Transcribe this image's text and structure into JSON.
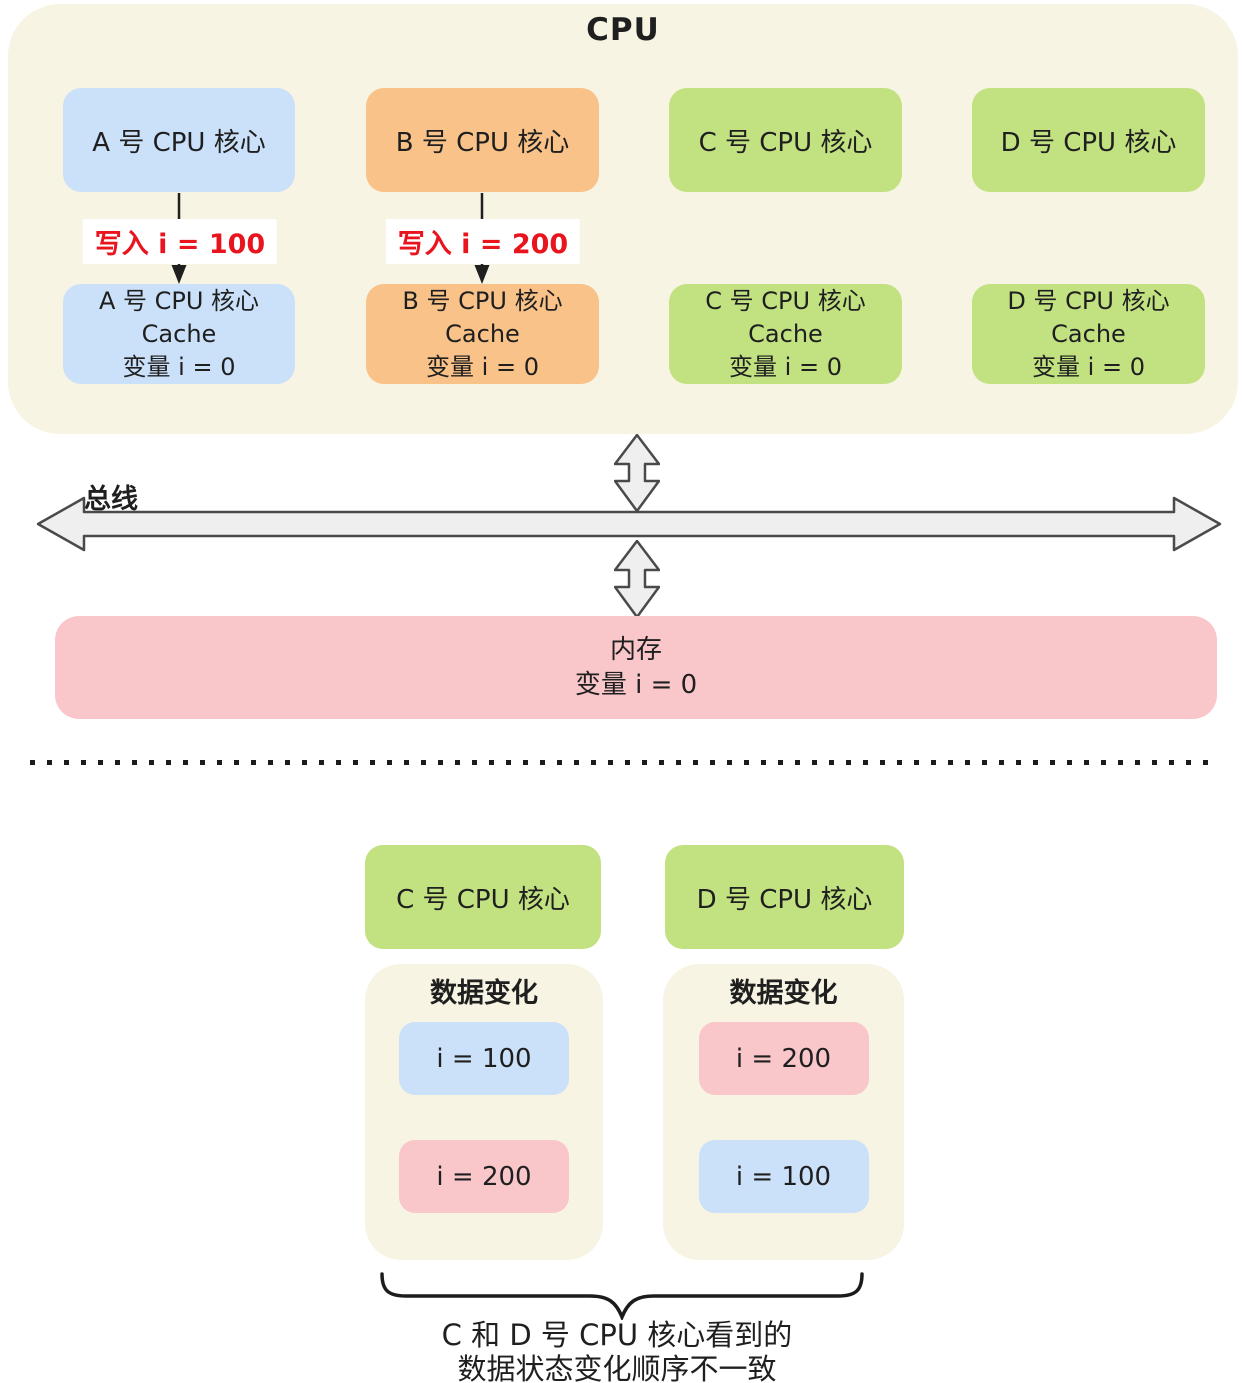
{
  "colors": {
    "cream": "#f8f4e3",
    "blue": "#cbe1f9",
    "orange": "#f8c289",
    "green": "#c2e282",
    "pink": "#f9c7ca",
    "red": "#e8141e",
    "bus_fill": "#efefef",
    "bus_stroke": "#4a4a4a",
    "ink": "#1f1f1f"
  },
  "cpu": {
    "title": "CPU",
    "cores": [
      {
        "label": "A 号 CPU 核心",
        "write_label": "写入 i = 100",
        "cache_line1": "A 号 CPU 核心 Cache",
        "cache_line2": "变量 i = 0"
      },
      {
        "label": "B 号 CPU 核心",
        "write_label": "写入 i = 200",
        "cache_line1": "B 号 CPU 核心 Cache",
        "cache_line2": "变量 i = 0"
      },
      {
        "label": "C 号 CPU 核心",
        "cache_line1": "C 号 CPU 核心 Cache",
        "cache_line2": "变量 i = 0"
      },
      {
        "label": "D 号 CPU 核心",
        "cache_line1": "D 号 CPU 核心 Cache",
        "cache_line2": "变量 i = 0"
      }
    ]
  },
  "bus": {
    "label": "总线"
  },
  "memory": {
    "line1": "内存",
    "line2": "变量 i = 0"
  },
  "bottom": {
    "columns": [
      {
        "core_label": "C 号 CPU 核心",
        "panel_title": "数据变化",
        "changes": [
          {
            "text": "i = 100"
          },
          {
            "text": "i = 200"
          }
        ]
      },
      {
        "core_label": "D 号 CPU 核心",
        "panel_title": "数据变化",
        "changes": [
          {
            "text": "i = 200"
          },
          {
            "text": "i = 100"
          }
        ]
      }
    ],
    "caption_line1": "C 和 D 号 CPU 核心看到的",
    "caption_line2": "数据状态变化顺序不一致"
  }
}
